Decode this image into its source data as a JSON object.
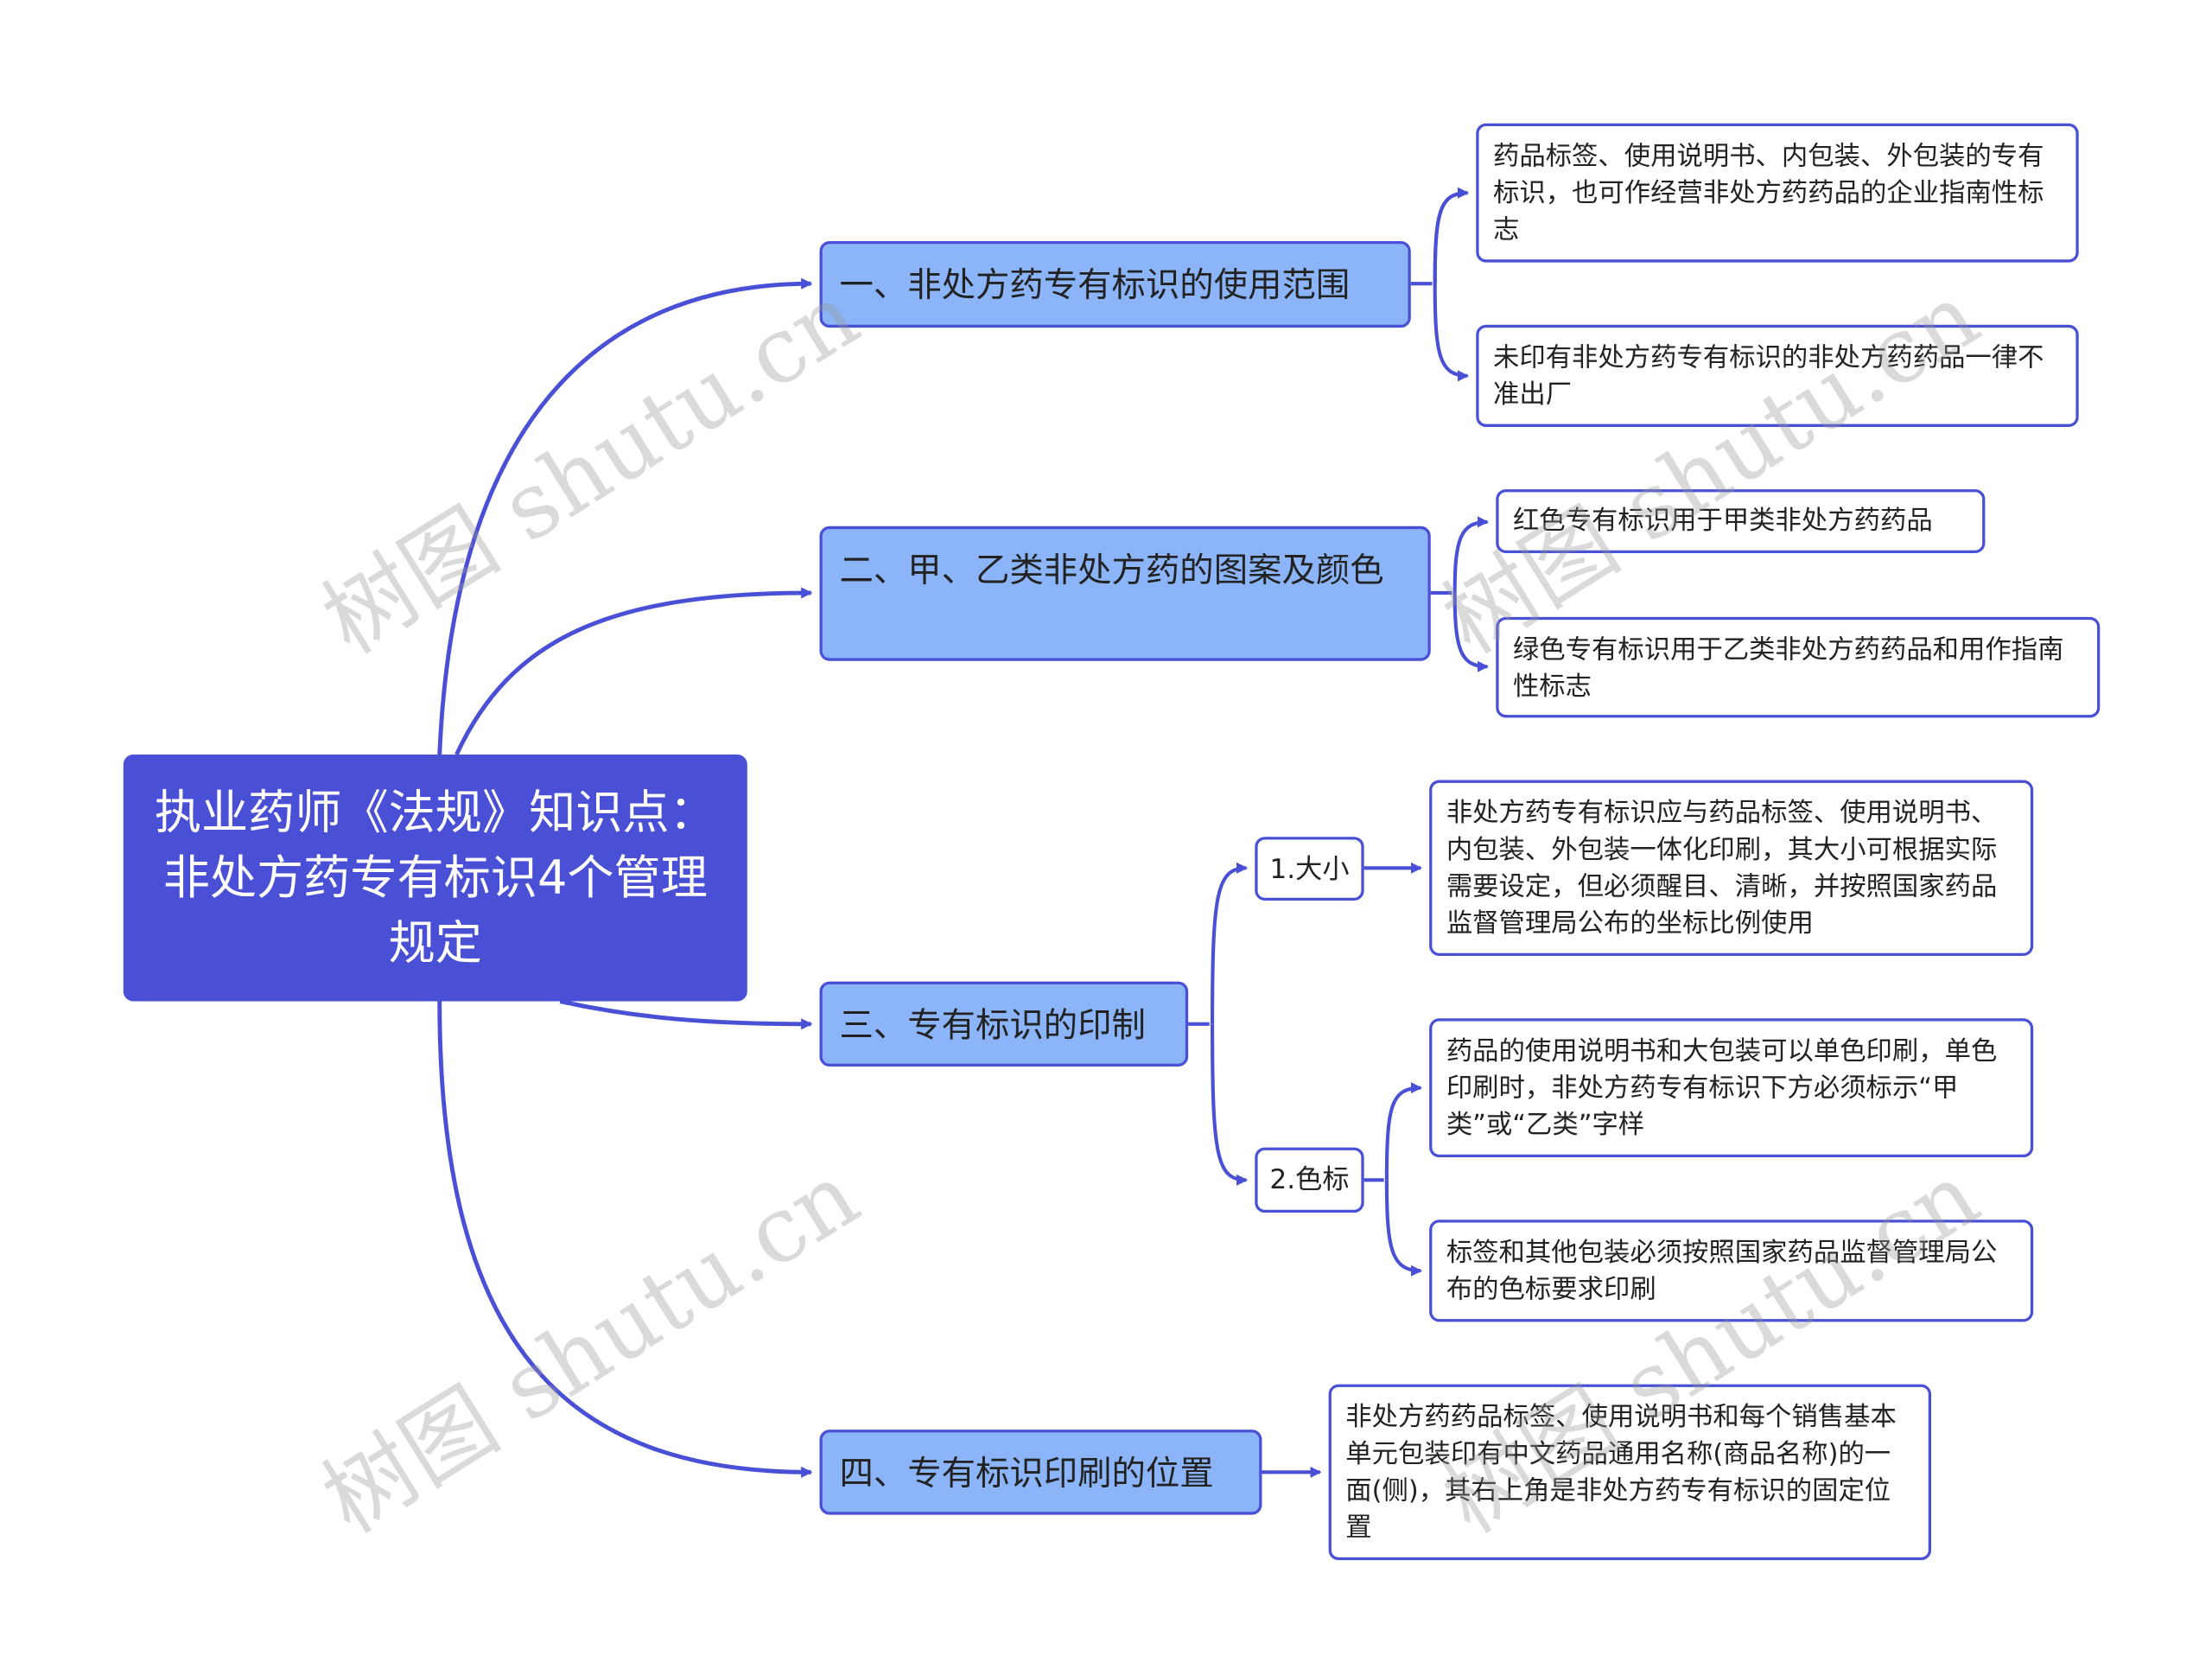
{
  "colors": {
    "primary": "#4a50d6",
    "branch_fill": "#8bb5f8",
    "leaf_fill": "#ffffff"
  },
  "root": {
    "title": "执业药师《法规》知识点：非处方药专有标识4个管理规定"
  },
  "branches": [
    {
      "label": "一、非处方药专有标识的使用范围",
      "leaves": [
        "药品标签、使用说明书、内包装、外包装的专有标识，也可作经营非处方药药品的企业指南性标志",
        "未印有非处方药专有标识的非处方药药品一律不准出厂"
      ]
    },
    {
      "label": "二、甲、乙类非处方药的图案及颜色",
      "leaves": [
        "红色专有标识用于甲类非处方药药品",
        "绿色专有标识用于乙类非处方药药品和用作指南性标志"
      ]
    },
    {
      "label": "三、专有标识的印制",
      "subs": [
        {
          "label": "1.大小",
          "leaves": [
            "非处方药专有标识应与药品标签、使用说明书、内包装、外包装一体化印刷，其大小可根据实际需要设定，但必须醒目、清晰，并按照国家药品监督管理局公布的坐标比例使用"
          ]
        },
        {
          "label": "2.色标",
          "leaves": [
            "药品的使用说明书和大包装可以单色印刷，单色印刷时，非处方药专有标识下方必须标示“甲类”或“乙类”字样",
            "标签和其他包装必须按照国家药品监督管理局公布的色标要求印刷"
          ]
        }
      ]
    },
    {
      "label": "四、专有标识印刷的位置",
      "leaves": [
        "非处方药药品标签、使用说明书和每个销售基本单元包装印有中文药品通用名称(商品名称)的一面(侧)，其右上角是非处方药专有标识的固定位置"
      ]
    }
  ],
  "watermark": "树图 shutu.cn"
}
